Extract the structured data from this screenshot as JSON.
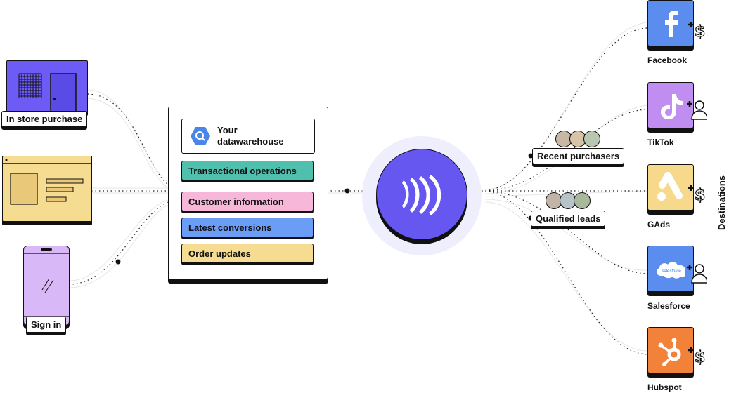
{
  "sources": {
    "store": {
      "label": "In store purchase"
    },
    "web": {
      "label": ""
    },
    "mobile": {
      "label": "Sign in"
    }
  },
  "warehouse": {
    "header": "Your datawarehouse",
    "items": [
      {
        "label": "Transactional operations",
        "color": "#4fbfae"
      },
      {
        "label": "Customer information",
        "color": "#f7b7d8"
      },
      {
        "label": "Latest conversions",
        "color": "#6b9cf6"
      },
      {
        "label": "Order updates",
        "color": "#f6dc90"
      }
    ]
  },
  "audiences": [
    {
      "label": "Recent purchasers"
    },
    {
      "label": "Qualified leads"
    }
  ],
  "destinations": {
    "title": "Destinations",
    "items": [
      {
        "name": "Facebook",
        "color": "#5b8def",
        "badge": "dollar-plus-icon"
      },
      {
        "name": "TikTok",
        "color": "#c08df0",
        "badge": "user-plus-icon"
      },
      {
        "name": "GAds",
        "color": "#f6d98a",
        "badge": "dollar-plus-icon"
      },
      {
        "name": "Salesforce",
        "color": "#5b8def",
        "badge": "user-plus-icon",
        "logo_text": "salesforce"
      },
      {
        "name": "Hubspot",
        "color": "#f2813a",
        "badge": "dollar-plus-icon"
      }
    ]
  },
  "colors": {
    "hub": "#6557f0",
    "store": "#6c5cf5",
    "web": "#f6dc90",
    "mobile": "#d9b8f8"
  }
}
